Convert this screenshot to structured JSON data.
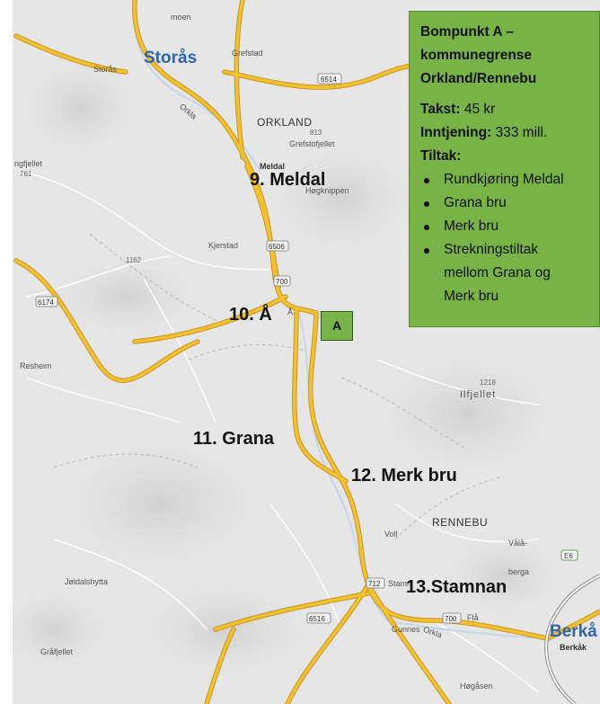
{
  "map": {
    "places": {
      "storas_big": "Storås",
      "storas_small": "Storås",
      "moen": "moen",
      "grefstad": "Grefstad",
      "orkla_1": "Orkla",
      "orkland": "ORKLAND",
      "peak_813": "813",
      "grefstofjellet": "Grefstofjellet",
      "ngfjellet": "ngfjellet",
      "peak_761": "761",
      "meldal_small": "Meldal",
      "hogknippen": "Høgknippen",
      "kjerstad": "Kjerstad",
      "peak_1162": "1162",
      "a_small": "Å",
      "resheim": "Resheim",
      "peak_1218": "1218",
      "iljellet": "Ilfjellet",
      "rennebu": "RENNEBU",
      "voll": "Voll",
      "vala": "Vålå-",
      "berga": "berga",
      "stamnan_small": "Stamn",
      "jeldalshytta": "Jøldalshytta",
      "gunnes": "Gunnes",
      "orkla_2": "Orkla",
      "fla": "Flå",
      "berkak_big": "Berkå",
      "berkak_small": "Berkåk",
      "grafjellet": "Gråfjellet",
      "hogasen": "Høgåsen"
    },
    "shields": {
      "r6514": "6514",
      "r6506": "6506",
      "r700a": "700",
      "r6174": "6174",
      "r712": "712",
      "r6516": "6516",
      "r700b": "700",
      "e6": "E6"
    },
    "stops": {
      "meldal": "9. Meldal",
      "a": "10. Å",
      "grana": "11. Grana",
      "merk_bru": "12. Merk bru",
      "stamnan": "13.Stamnan"
    },
    "marker_label": "A"
  },
  "info": {
    "title_line1": "Bompunkt A –",
    "title_line2": "kommunegrense",
    "title_line3": "Orkland/Rennebu",
    "takst_label": "Takst:",
    "takst_value": " 45 kr",
    "inntjening_label": "Inntjening:",
    "inntjening_value": " 333 mill.",
    "tiltak_label": "Tiltak:",
    "items": [
      "Rundkjøring Meldal",
      "Grana bru",
      "Merk bru",
      "Strekningstiltak",
      "mellom Grana og",
      "Merk bru"
    ]
  },
  "colors": {
    "road_main": "#f3c12b",
    "road_edge": "#c9962a",
    "info_bg": "#77b347"
  }
}
